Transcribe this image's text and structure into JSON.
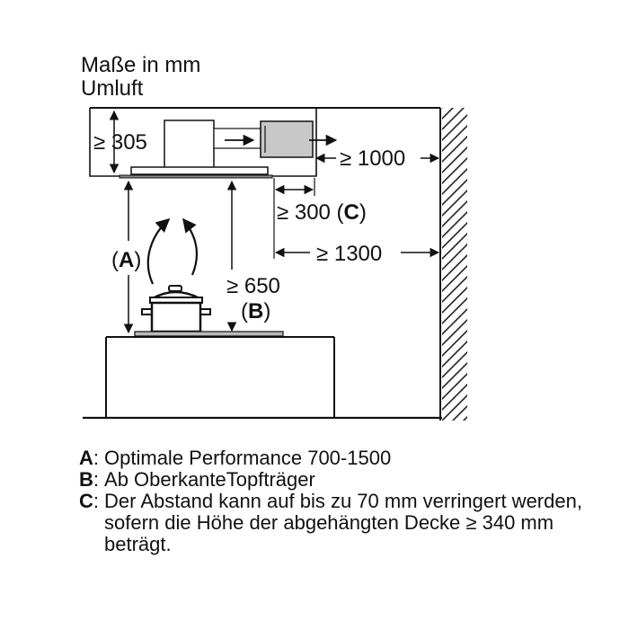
{
  "header": {
    "units": "Maße in mm",
    "mode": "Umluft"
  },
  "dimensions": {
    "height_hood": "≥ 305",
    "wall_distance": "≥ 1000",
    "min_300_prefix": "≥ 300 (",
    "min_300_key": "C",
    "min_300_suffix": ")",
    "wall_1300": "≥ 1300",
    "a_open": "(",
    "a_key": "A",
    "a_close": ")",
    "height_650": "≥ 650",
    "b_open": "(",
    "b_key": "B",
    "b_close": ")"
  },
  "legend": [
    {
      "key": "A",
      "sep": ":",
      "text": "Optimale Performance 700-1500"
    },
    {
      "key": "B",
      "sep": ":",
      "text": "Ab OberkanteTopfträger"
    },
    {
      "key": "C",
      "sep": ":",
      "text": "Der Abstand kann auf bis zu 70 mm verringert werden, sofern die Höhe der abgehängten Decke ≥ 340 mm beträgt."
    }
  ]
}
